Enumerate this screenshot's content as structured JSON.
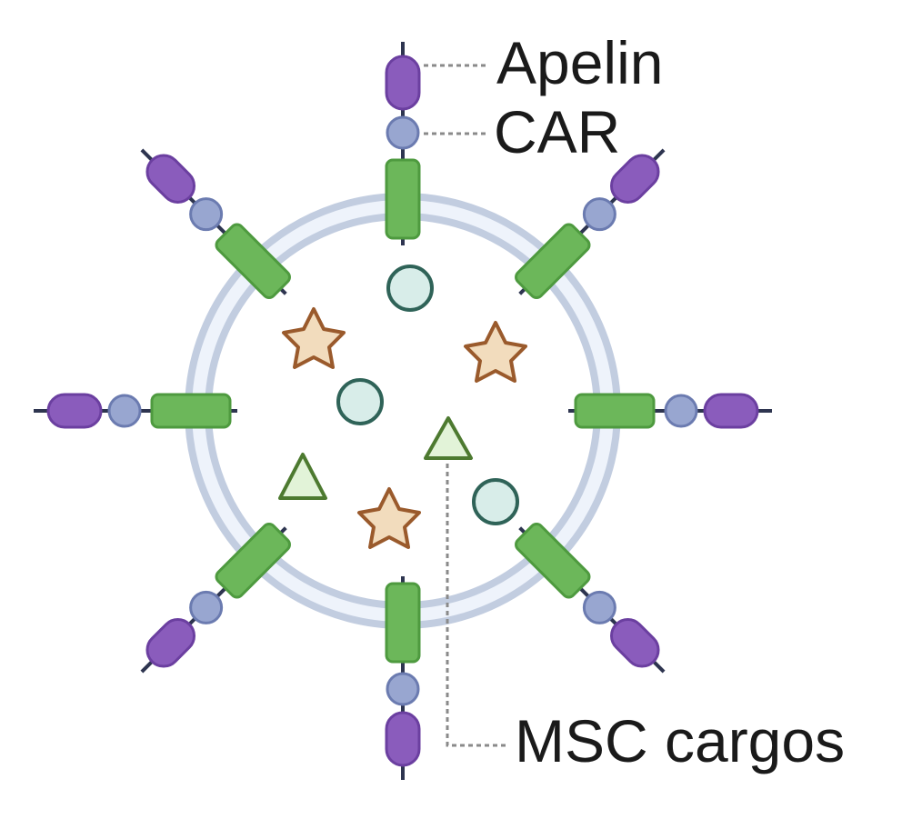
{
  "labels": {
    "apelin": "Apelin",
    "car": "CAR",
    "cargos": "MSC cargos"
  },
  "colors": {
    "apelin": "#8a5cbc",
    "apelin_stroke": "#6b3fa0",
    "car": "#98a6d0",
    "car_stroke": "#6b7bb0",
    "membrane": "#c2cde0",
    "membrane_inner": "#eef3fb",
    "receptor": "#6cb75a",
    "receptor_stroke": "#4e9a3f",
    "stalk": "#2e3550",
    "cargo_circle_fill": "#d8ede9",
    "cargo_circle_stroke": "#2f6358",
    "cargo_star_fill": "#f2dcbd",
    "cargo_star_stroke": "#9a5a2c",
    "cargo_triangle_fill": "#e2f3d8",
    "cargo_triangle_stroke": "#4d7a30",
    "leader": "#8a8a8a"
  }
}
